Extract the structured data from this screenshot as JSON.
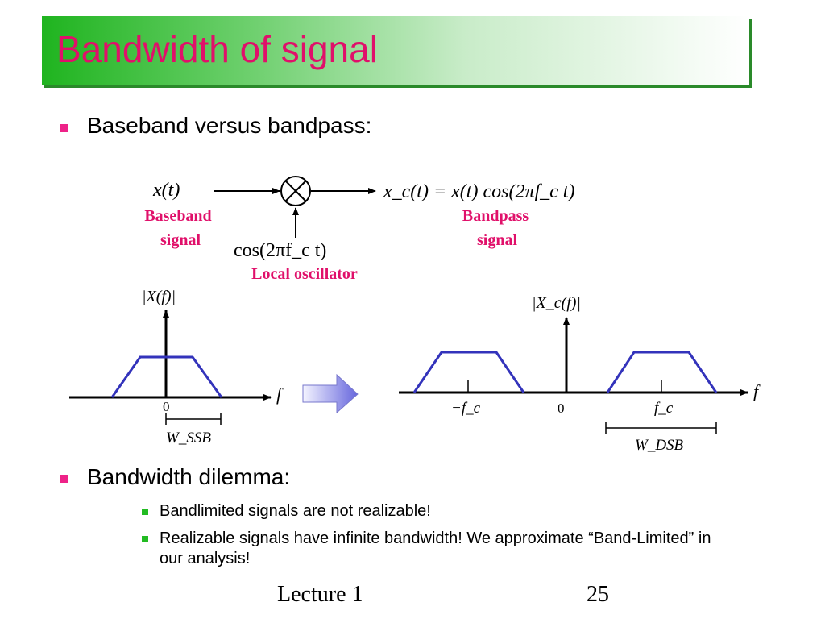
{
  "title": "Bandwidth of signal",
  "bullets": [
    {
      "text": "Baseband versus bandpass:"
    },
    {
      "text": "Bandwidth dilemma:",
      "sub": [
        {
          "text": "Bandlimited signals are not realizable!"
        },
        {
          "text": "Realizable signals have infinite bandwidth! We approximate “Band-Limited” in our analysis!"
        }
      ]
    }
  ],
  "diagram": {
    "input": "x(t)",
    "output": "x_c(t) = x(t) cos(2πf_c t)",
    "oscillator_expr": "cos(2πf_c t)",
    "baseband_line1": "Baseband",
    "baseband_line2": "signal",
    "bandpass_line1": "Bandpass",
    "bandpass_line2": "signal",
    "oscillator_label": "Local oscillator"
  },
  "spectrum_left": {
    "ylabel": "|X(f)|",
    "xlabel": "f",
    "zero": "0",
    "width_label": "W_SSB"
  },
  "spectrum_right": {
    "ylabel": "|X_c(f)|",
    "xlabel": "f",
    "neg_fc": "−f_c",
    "zero": "0",
    "pos_fc": "f_c",
    "width_label": "W_DSB"
  },
  "footer": {
    "lecture": "Lecture 1",
    "page": "25"
  },
  "colors": {
    "title": "#e0106a",
    "accent_red": "#e0106a",
    "spectrum": "#3333bb",
    "bullet_main": "#ee2288",
    "bullet_sub": "#22bb22"
  }
}
